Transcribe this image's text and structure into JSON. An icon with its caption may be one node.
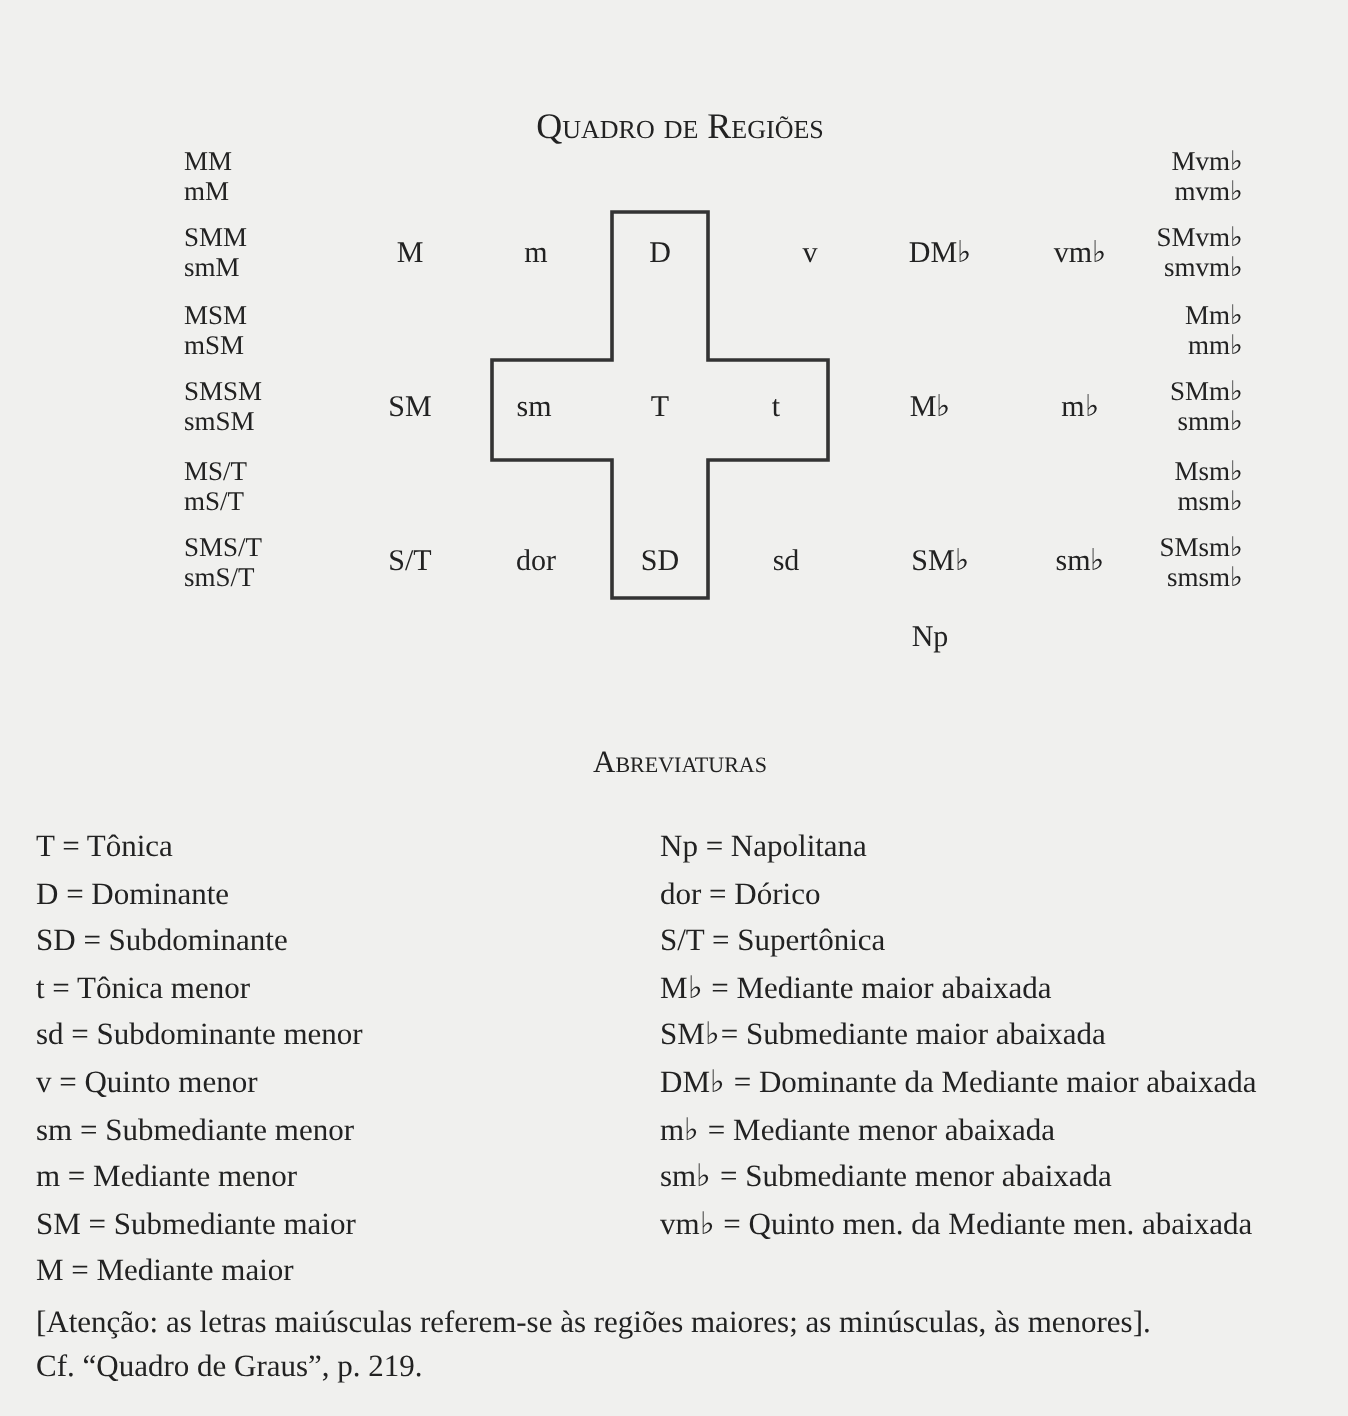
{
  "diagram": {
    "title": "Quadro de Regiões",
    "nodes": [
      {
        "text": [
          "D",
          "sm",
          "T",
          "t",
          "SD"
        ]
      }
    ],
    "labels": [
      "MM",
      "mM",
      "SMM",
      "smM",
      "MSM",
      "mSM",
      "SMSM",
      "smSM",
      "MS/T",
      "mS/T",
      "SMS/T",
      "smS/T",
      "M",
      "m",
      "v",
      "DM♭",
      "vm♭",
      "SM",
      "M♭",
      "m♭",
      "S/T",
      "dor",
      "sd",
      "SM♭",
      "sm♭",
      "Np",
      "Mvm♭",
      "mvm♭",
      "SMvm♭",
      "smvm♭",
      "Mm♭",
      "mm♭",
      "SMm♭",
      "smm♭",
      "Msm♭",
      "msm♭",
      "SMsm♭",
      "smsm♭",
      "Abreviaturas",
      "T = Tônica",
      "D = Dominante",
      "SD = Subdominante",
      "t = Tônica menor",
      "sd = Subdominante menor",
      "v = Quinto menor",
      "sm = Submediante menor",
      "m = Mediante menor",
      "SM = Submediante maior",
      "M = Mediante maior",
      "Np = Napolitana",
      "dor = Dórico",
      "S/T = Supertônica",
      "M♭ = Mediante maior abaixada",
      "SM♭= Submediante maior abaixada",
      "DM♭ = Dominante da Mediante maior abaixada",
      "m♭ = Mediante menor abaixada",
      "sm♭ = Submediante menor abaixada",
      "vm♭ = Quinto men. da Mediante men. abaixada",
      "[Atenção: as letras maiúsculas referem-se às regiões maiores; as minúsculas, às menores].",
      "Cf. “Quadro de Graus”, p. 219."
    ]
  }
}
